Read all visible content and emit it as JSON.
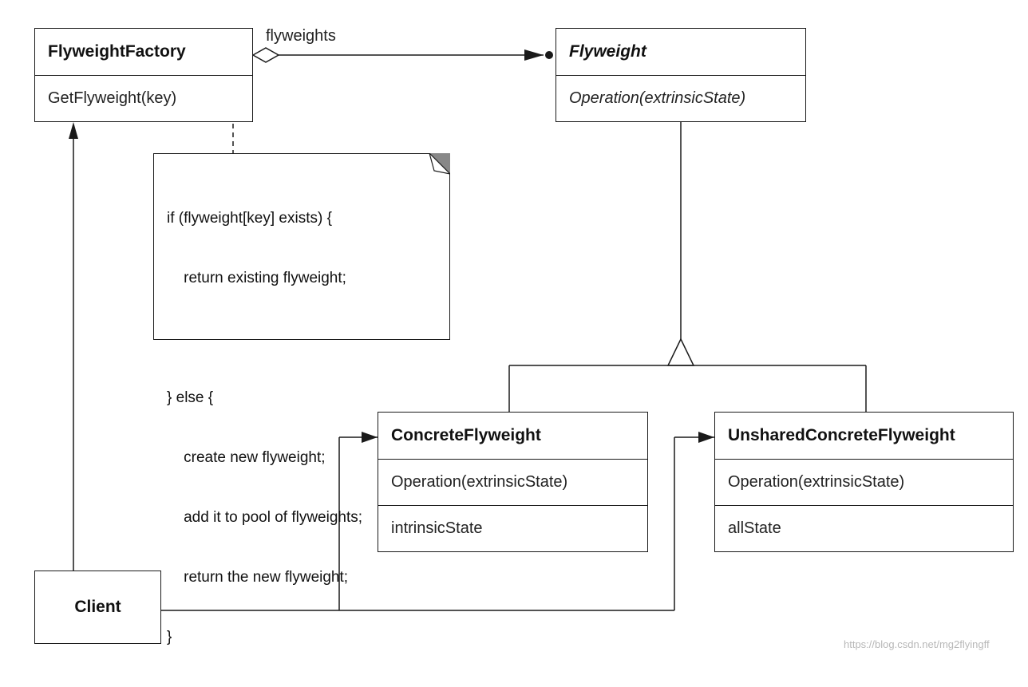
{
  "classes": {
    "flyweight_factory": {
      "name": "FlyweightFactory",
      "operations": [
        "GetFlyweight(key)"
      ]
    },
    "flyweight": {
      "name": "Flyweight",
      "operations": [
        "Operation(extrinsicState)"
      ]
    },
    "concrete_flyweight": {
      "name": "ConcreteFlyweight",
      "operations": [
        "Operation(extrinsicState)"
      ],
      "attributes": [
        "intrinsicState"
      ]
    },
    "unshared_concrete_flyweight": {
      "name": "UnsharedConcreteFlyweight",
      "operations": [
        "Operation(extrinsicState)"
      ],
      "attributes": [
        "allState"
      ]
    },
    "client": {
      "name": "Client"
    }
  },
  "association_label": "flyweights",
  "note": {
    "lines": [
      "if (flyweight[key] exists) {",
      "    return existing flyweight;",
      "",
      "} else {",
      "    create new flyweight;",
      "    add it to pool of flyweights;",
      "    return the new flyweight;",
      "}"
    ]
  },
  "watermark": "https://blog.csdn.net/mg2flyingff"
}
